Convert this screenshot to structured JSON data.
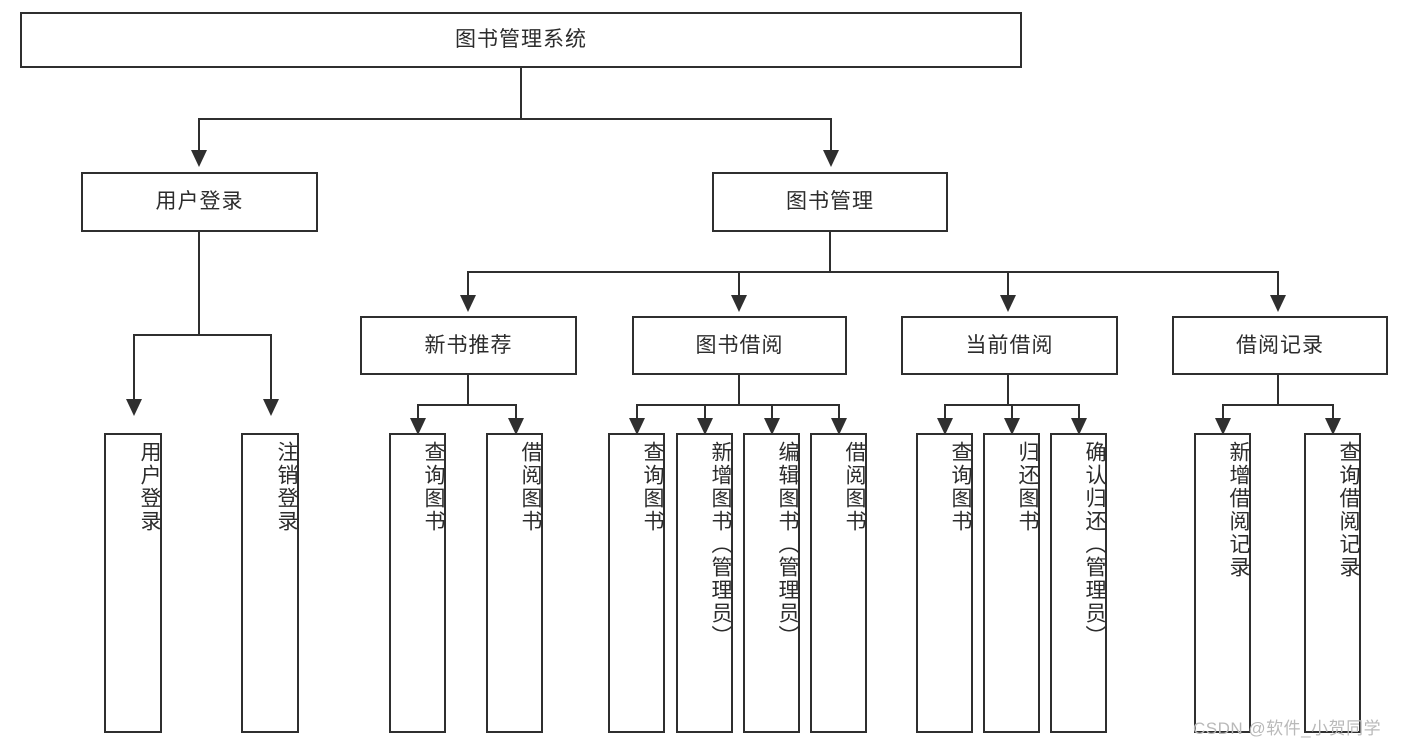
{
  "diagram": {
    "title": "图书管理系统",
    "type": "hierarchy-tree",
    "root": {
      "label": "图书管理系统"
    },
    "level2": [
      {
        "label": "用户登录"
      },
      {
        "label": "图书管理"
      }
    ],
    "level3": [
      {
        "label": "新书推荐"
      },
      {
        "label": "图书借阅"
      },
      {
        "label": "当前借阅"
      },
      {
        "label": "借阅记录"
      }
    ],
    "leaves": {
      "user_login": [
        {
          "label": "用户登录"
        },
        {
          "label": "注销登录"
        }
      ],
      "new_book_recommend": [
        {
          "label": "查询图书"
        },
        {
          "label": "借阅图书"
        }
      ],
      "book_borrow": [
        {
          "label": "查询图书"
        },
        {
          "label": "新增图书（管理员）"
        },
        {
          "label": "编辑图书（管理员）"
        },
        {
          "label": "借阅图书"
        }
      ],
      "current_borrow": [
        {
          "label": "查询图书"
        },
        {
          "label": "归还图书"
        },
        {
          "label": "确认归还（管理员）"
        }
      ],
      "borrow_record": [
        {
          "label": "新增借阅记录"
        },
        {
          "label": "查询借阅记录"
        }
      ]
    }
  },
  "watermark": {
    "text": "CSDN @软件_小贺同学"
  },
  "colors": {
    "border": "#2f2f2f",
    "text": "#2c2c2c",
    "background": "#ffffff",
    "watermark": "#b9b9b9"
  }
}
